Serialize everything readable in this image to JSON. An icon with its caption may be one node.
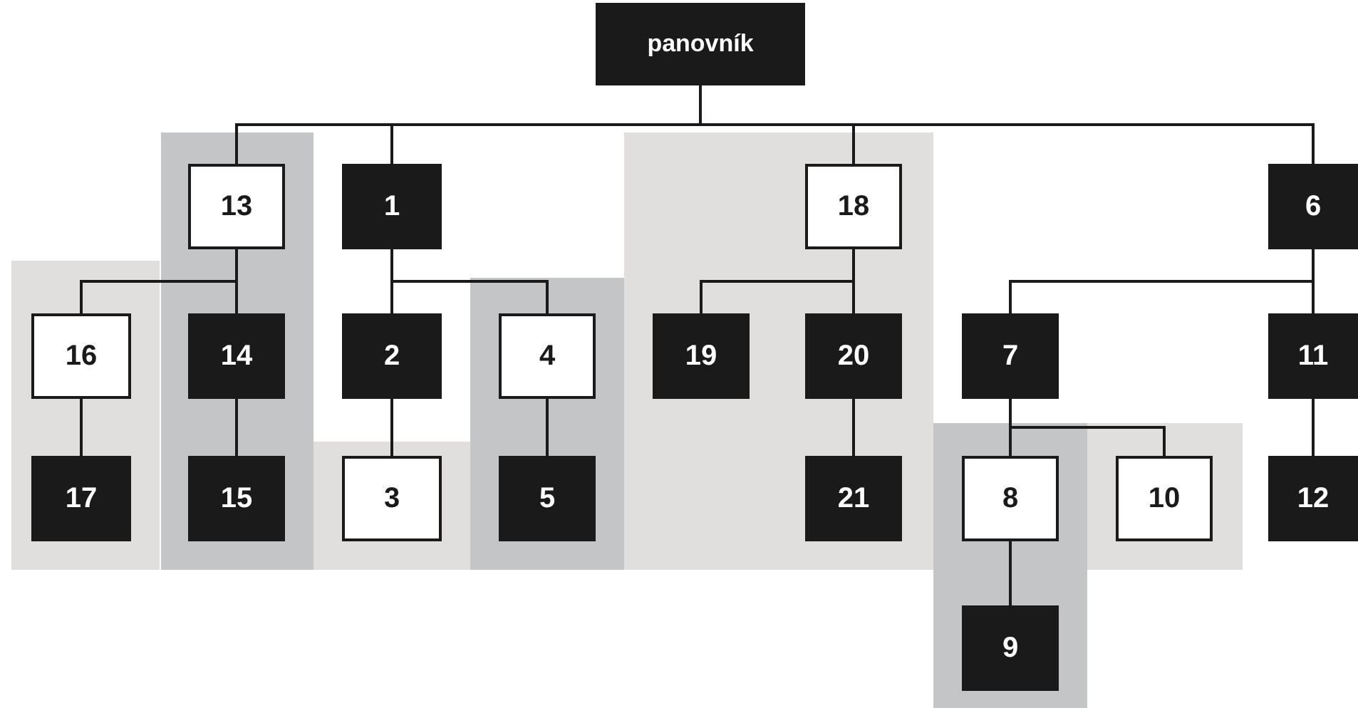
{
  "diagram": {
    "nodes": [
      {
        "text": [
          "panovník"
        ]
      },
      {
        "text": [
          "13"
        ]
      },
      {
        "text": [
          "1"
        ]
      },
      {
        "text": [
          "18"
        ]
      },
      {
        "text": [
          "6"
        ]
      },
      {
        "text": [
          "16"
        ]
      },
      {
        "text": [
          "14"
        ]
      },
      {
        "text": [
          "2"
        ]
      },
      {
        "text": [
          "4"
        ]
      },
      {
        "text": [
          "19"
        ]
      },
      {
        "text": [
          "20"
        ]
      },
      {
        "text": [
          "7"
        ]
      },
      {
        "text": [
          "11"
        ]
      },
      {
        "text": [
          "17"
        ]
      },
      {
        "text": [
          "15"
        ]
      },
      {
        "text": [
          "3"
        ]
      },
      {
        "text": [
          "5"
        ]
      },
      {
        "text": [
          "21"
        ]
      },
      {
        "text": [
          "8"
        ]
      },
      {
        "text": [
          "10"
        ]
      },
      {
        "text": [
          "12"
        ]
      },
      {
        "text": [
          "9"
        ]
      }
    ],
    "edges": [
      {
        "from": 0,
        "to": 1,
        "arrow": "none"
      },
      {
        "from": 0,
        "to": 2,
        "arrow": "none"
      },
      {
        "from": 0,
        "to": 3,
        "arrow": "none"
      },
      {
        "from": 0,
        "to": 4,
        "arrow": "none"
      },
      {
        "from": 1,
        "to": 5,
        "arrow": "none"
      },
      {
        "from": 1,
        "to": 6,
        "arrow": "none"
      },
      {
        "from": 2,
        "to": 7,
        "arrow": "none"
      },
      {
        "from": 2,
        "to": 8,
        "arrow": "none"
      },
      {
        "from": 3,
        "to": 9,
        "arrow": "none"
      },
      {
        "from": 3,
        "to": 10,
        "arrow": "none"
      },
      {
        "from": 4,
        "to": 11,
        "arrow": "none"
      },
      {
        "from": 4,
        "to": 12,
        "arrow": "none"
      },
      {
        "from": 5,
        "to": 13,
        "arrow": "none"
      },
      {
        "from": 6,
        "to": 14,
        "arrow": "none"
      },
      {
        "from": 7,
        "to": 15,
        "arrow": "none"
      },
      {
        "from": 8,
        "to": 16,
        "arrow": "none"
      },
      {
        "from": 10,
        "to": 17,
        "arrow": "none"
      },
      {
        "from": 11,
        "to": 18,
        "arrow": "none"
      },
      {
        "from": 11,
        "to": 19,
        "arrow": "none"
      },
      {
        "from": 12,
        "to": 20,
        "arrow": "none"
      },
      {
        "from": 18,
        "to": 21,
        "arrow": "none"
      }
    ]
  }
}
